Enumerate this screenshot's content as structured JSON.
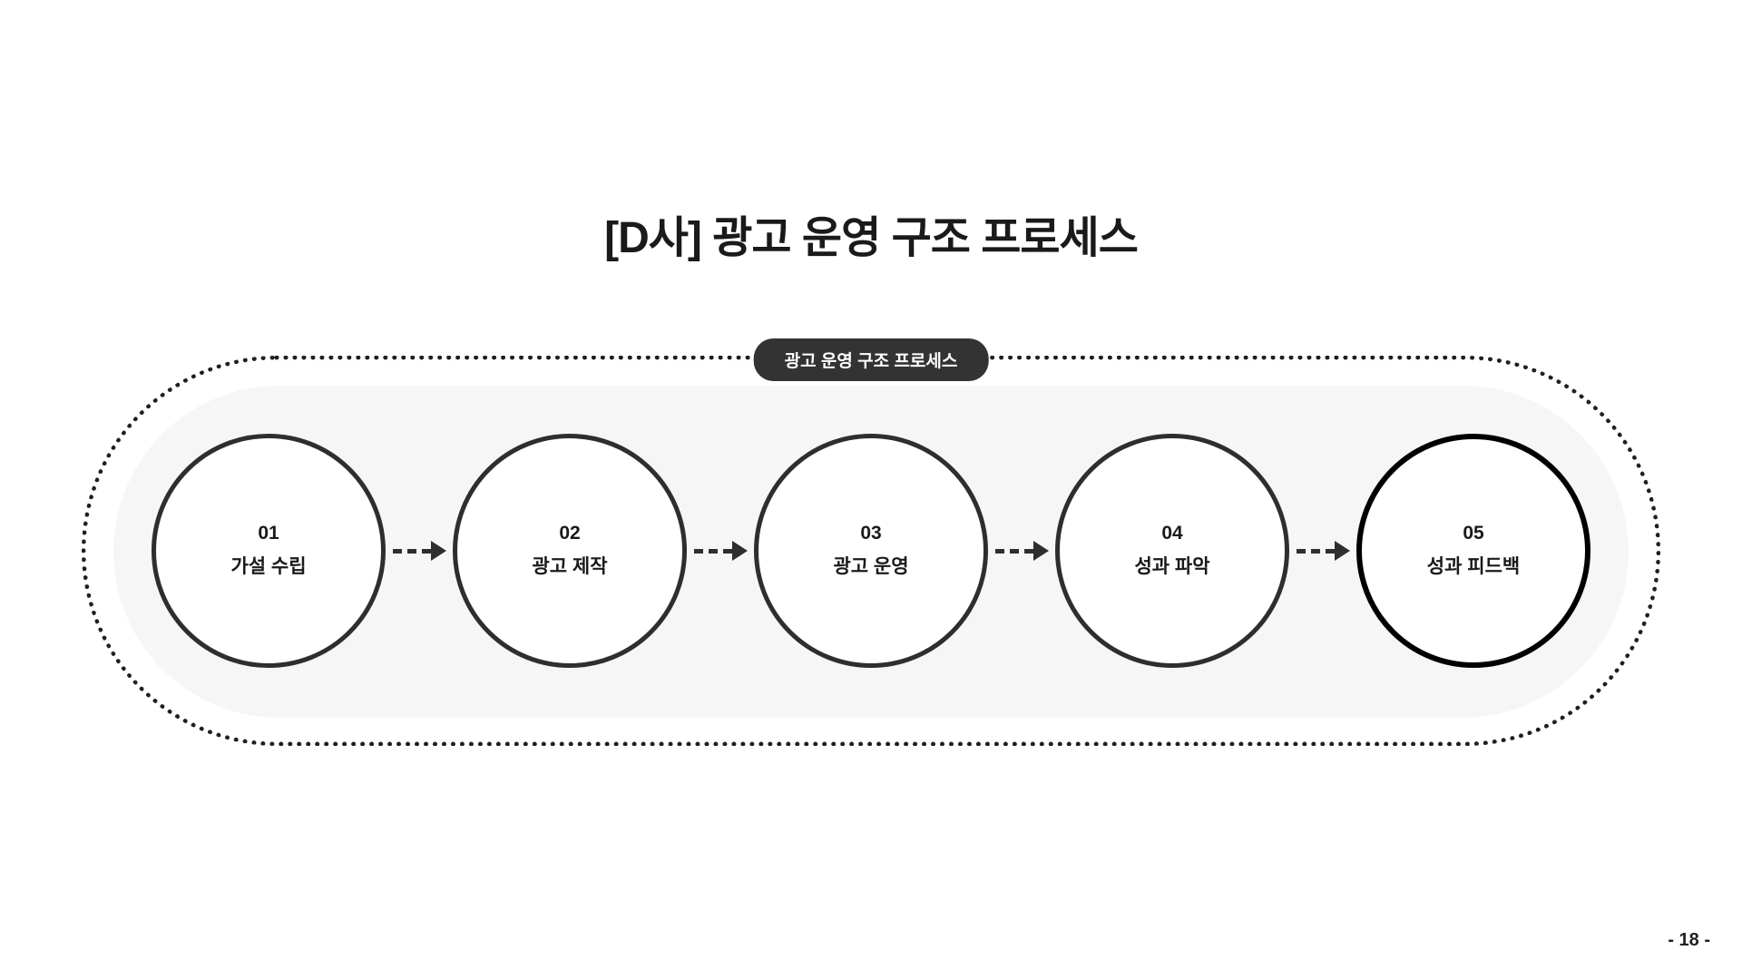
{
  "page": {
    "title": "[D사] 광고 운영 구조 프로세스",
    "page_number": "- 18 -"
  },
  "process": {
    "pill_label": "광고 운영 구조 프로세스",
    "steps": [
      {
        "number": "01",
        "label": "가설 수립"
      },
      {
        "number": "02",
        "label": "광고 제작"
      },
      {
        "number": "03",
        "label": "광고 운영"
      },
      {
        "number": "04",
        "label": "성과 파악"
      },
      {
        "number": "05",
        "label": "성과 피드백"
      }
    ]
  },
  "colors": {
    "pill_bg": "#333333",
    "pill_text": "#ffffff",
    "dotted_border": "#1f1f1f",
    "panel_bg": "#f6f6f6",
    "circle_border": "#2e2e2e",
    "final_circle_border": "#000000",
    "text": "#1a1a1a"
  }
}
